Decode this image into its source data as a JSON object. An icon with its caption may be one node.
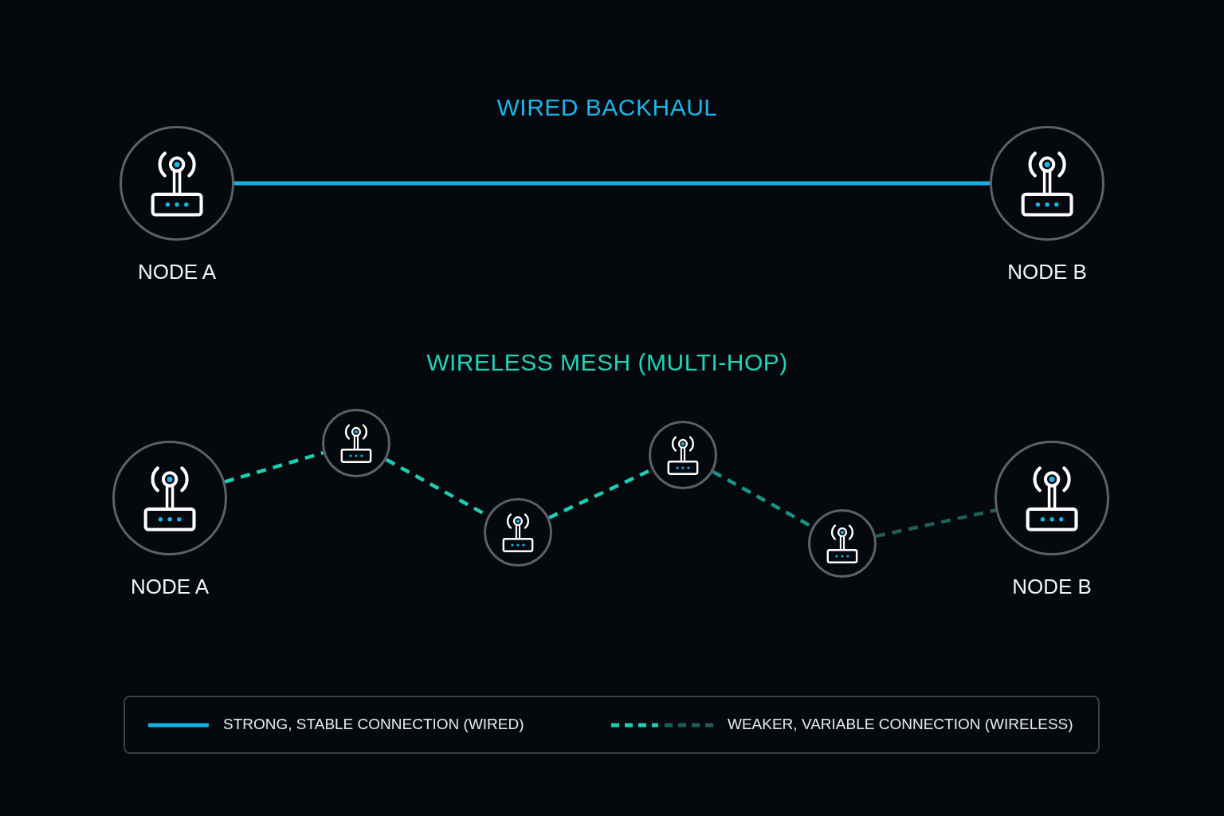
{
  "diagram": {
    "nodes": [
      {
        "text": [
          "NODE A"
        ]
      },
      {
        "text": [
          "NODE B"
        ]
      },
      {
        "text": [
          "NODE A"
        ]
      },
      {
        "text": [],
        "shape": "circle"
      },
      {
        "text": [],
        "shape": "circle"
      },
      {
        "text": [],
        "shape": "circle"
      },
      {
        "text": [],
        "shape": "circle"
      },
      {
        "text": [
          "NODE B"
        ]
      }
    ],
    "edges": [
      {
        "from": 0,
        "to": 1,
        "arrow": "none",
        "color": "#12b3e6"
      },
      {
        "from": 2,
        "to": 3,
        "arrow": "none",
        "style": "dashed"
      },
      {
        "from": 3,
        "to": 4,
        "arrow": "none",
        "style": "dashed"
      },
      {
        "from": 4,
        "to": 5,
        "arrow": "none",
        "style": "dashed"
      },
      {
        "from": 5,
        "to": 6,
        "arrow": "none",
        "style": "dashed",
        "color": "#1a9484"
      },
      {
        "from": 6,
        "to": 7,
        "arrow": "none",
        "style": "dashed",
        "color": "#1d5f57"
      }
    ],
    "labels": [
      "WIRED BACKHAUL",
      "WIRELESS MESH (MULTI-HOP)"
    ],
    "legend": [
      {
        "text": "STRONG, STABLE CONNECTION (WIRED)"
      },
      {
        "text": "WEAKER, VARIABLE CONNECTION (WIRELESS)"
      }
    ]
  }
}
